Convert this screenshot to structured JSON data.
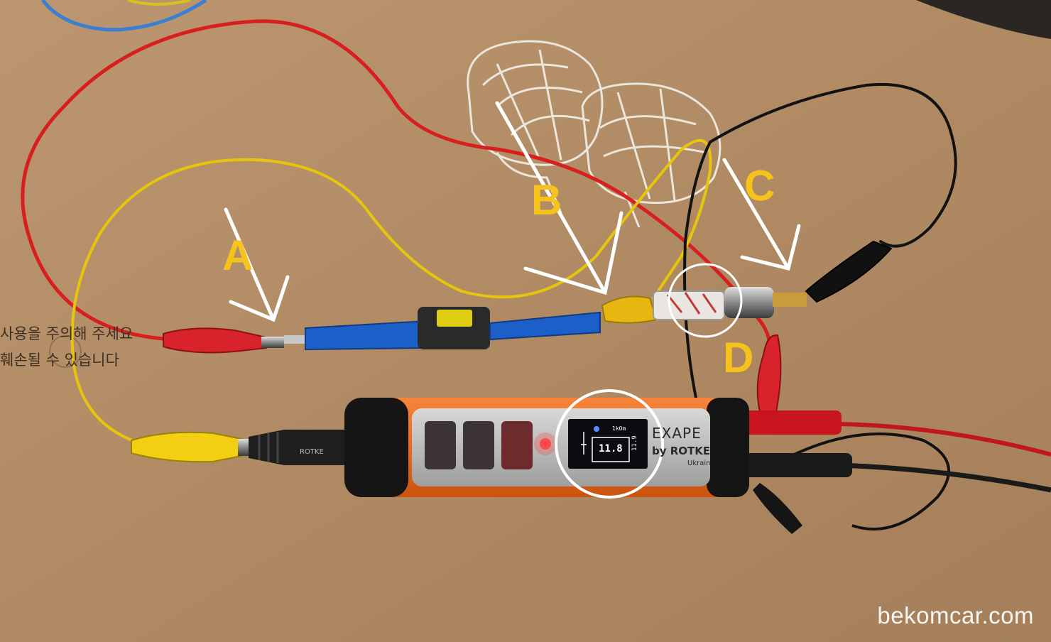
{
  "annotations": {
    "a": "A",
    "b": "B",
    "c": "C",
    "d": "D"
  },
  "cardboard_print": {
    "line1": "사용을 주의해 주세요",
    "line2": "훼손될 수 있습니다"
  },
  "device": {
    "brand": "EXAPE",
    "maker": "by ROTKE",
    "origin": "Ukrain",
    "plug_label": "ROTKE",
    "screen": {
      "resistance_label": "1kOm",
      "main_reading": "11.8",
      "side_reading": "11.9"
    }
  },
  "watermark": "bekomcar.com",
  "colors": {
    "cardboard": "#b48d67",
    "annotation": "#f6c21c",
    "wire_red": "#d71f1f",
    "wire_yellow": "#e5c60c",
    "wire_black": "#121212",
    "device_body": "#ee6a1e"
  }
}
